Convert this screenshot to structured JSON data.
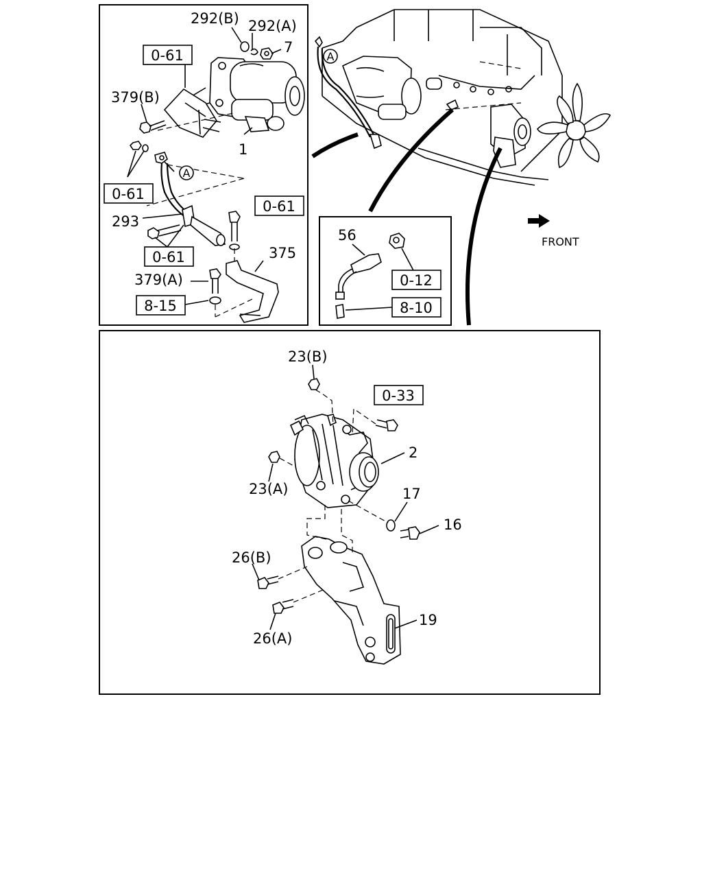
{
  "starter_panel": {
    "labels": {
      "p292b": "292(B)",
      "p292a": "292(A)",
      "p7": "7",
      "p379b": "379(B)",
      "p1": "1",
      "p293": "293",
      "p375": "375",
      "p379a": "379(A)",
      "callout_a": "A"
    },
    "refs": {
      "r061_top": "0-61",
      "r061_left": "0-61",
      "r061_right": "0-61",
      "r061_bottom": "0-61",
      "r815": "8-15"
    }
  },
  "engine_view": {
    "callout_a": "A",
    "front_label": "FRONT"
  },
  "sensor_panel": {
    "labels": {
      "p56": "56"
    },
    "refs": {
      "r012": "0-12",
      "r810": "8-10"
    }
  },
  "alternator_panel": {
    "labels": {
      "p23b": "23(B)",
      "p2": "2",
      "p23a": "23(A)",
      "p17": "17",
      "p16": "16",
      "p26b": "26(B)",
      "p26a": "26(A)",
      "p19": "19"
    },
    "refs": {
      "r033": "0-33"
    }
  }
}
